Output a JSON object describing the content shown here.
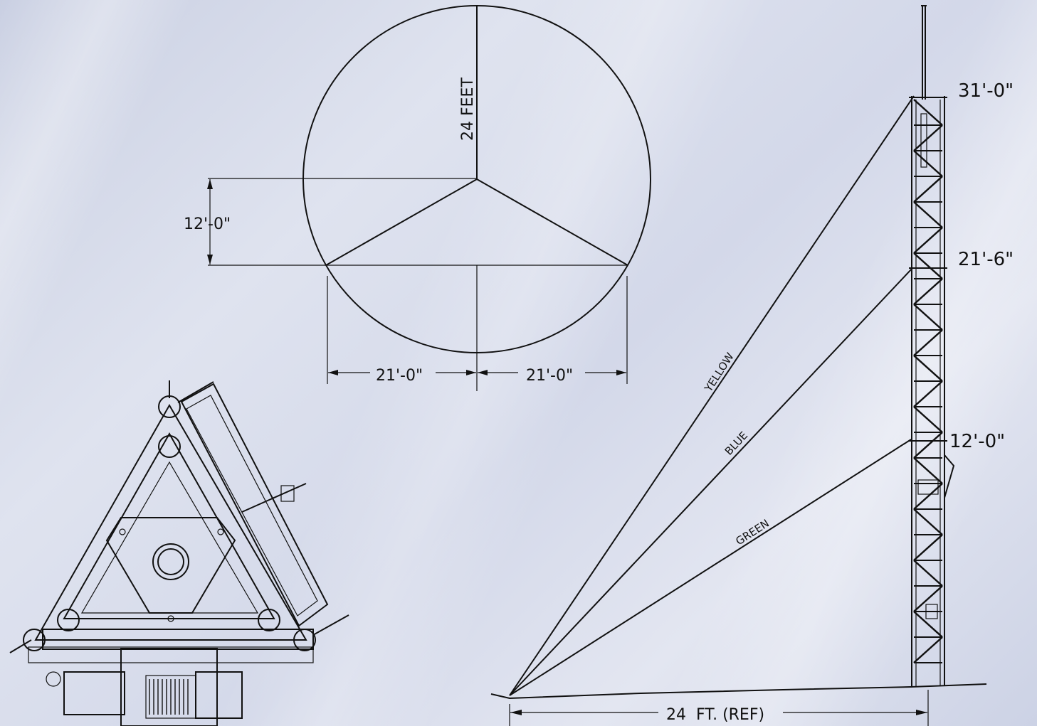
{
  "diagram": {
    "circle_dimensions": {
      "radius_label": "24 FEET",
      "offset_label": "12'-0\"",
      "left_half_label": "21'-0\"",
      "right_half_label": "21'-0\""
    },
    "tower_heights": {
      "top": "31'-0\"",
      "middle": "21'-6\"",
      "low": "12'-0\""
    },
    "guy_wires": {
      "top": "YELLOW",
      "middle": "BLUE",
      "low": "GREEN"
    },
    "ground_distance": "24  FT. (REF)"
  }
}
